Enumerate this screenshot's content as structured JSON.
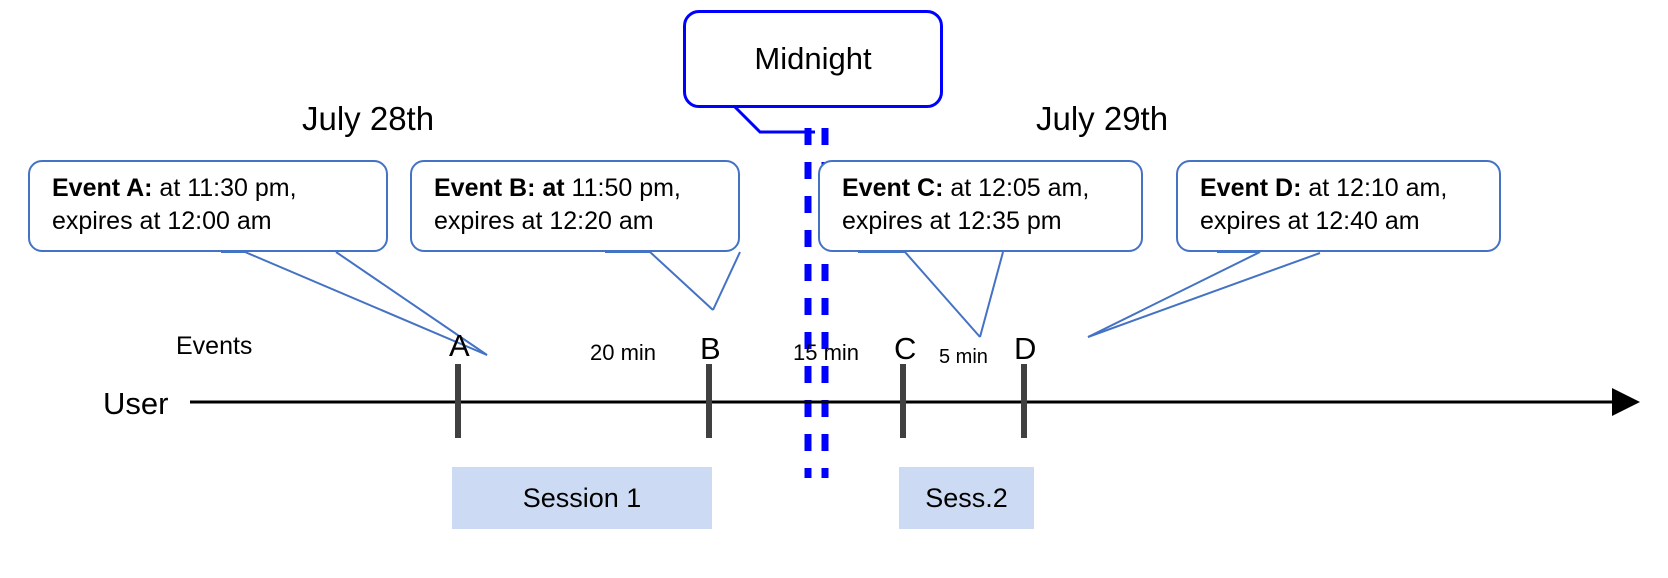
{
  "diagram": {
    "title_hidden": "",
    "dates": [
      {
        "name": "july-28",
        "label": "July 28th"
      },
      {
        "name": "july-29",
        "label": "July 29th"
      }
    ],
    "midnight": {
      "label": "Midnight",
      "border_color": "#0000FF"
    },
    "axis": {
      "row_label": "User",
      "events_label": "Events",
      "line_color": "#000000"
    },
    "callouts": [
      {
        "id": "event-a",
        "bold": "Event A:",
        "rest": " at 11:30 pm,",
        "line2": "expires at 12:00 am"
      },
      {
        "id": "event-b",
        "bold": "Event B: at",
        "rest": " 11:50 pm,",
        "line2": "expires at 12:20 am"
      },
      {
        "id": "event-c",
        "bold": "Event C:",
        "rest": " at 12:05 am,",
        "line2": "expires at 12:35 pm"
      },
      {
        "id": "event-d",
        "bold": "Event D:",
        "rest": "  at 12:10 am,",
        "line2": "expires at 12:40 am"
      }
    ],
    "events": [
      {
        "id": "event-tick-a",
        "letter": "A"
      },
      {
        "id": "event-tick-b",
        "letter": "B"
      },
      {
        "id": "event-tick-c",
        "letter": "C"
      },
      {
        "id": "event-tick-d",
        "letter": "D"
      }
    ],
    "gaps": [
      {
        "id": "gap-a-b",
        "label": "20 min"
      },
      {
        "id": "gap-b-c",
        "label": "15 min"
      },
      {
        "id": "gap-c-d",
        "label": "5 min"
      }
    ],
    "sessions": [
      {
        "id": "session-1",
        "label": "Session 1"
      },
      {
        "id": "session-2",
        "label": "Sess.2"
      }
    ],
    "colors": {
      "callout_border": "#4472C4",
      "midnight_blue": "#0000FF",
      "session_fill": "#CCDBF3",
      "tick_gray": "#404040"
    }
  }
}
